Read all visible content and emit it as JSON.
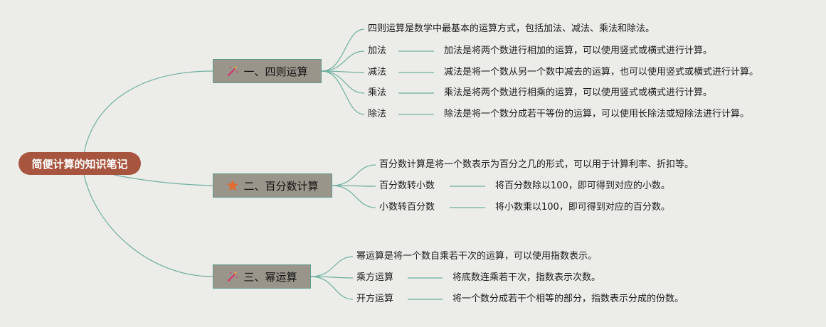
{
  "root": {
    "title": "简便计算的知识笔记"
  },
  "colors": {
    "root_bg": "#a8553f",
    "branch_bg": "#9a958b",
    "link": "#6fb0a0",
    "star": "#e46a2d",
    "wand": "#d6336c"
  },
  "branches": [
    {
      "title": "一、四则运算",
      "icon": "magic-wand-icon",
      "description": "四则运算是数学中最基本的运算方式，包括加法、减法、乘法和除法。",
      "children": [
        {
          "name": "加法",
          "detail": "加法是将两个数进行相加的运算，可以使用竖式或横式进行计算。"
        },
        {
          "name": "减法",
          "detail": "减法是将一个数从另一个数中减去的运算，也可以使用竖式或横式进行计算。"
        },
        {
          "name": "乘法",
          "detail": "乘法是将两个数进行相乘的运算，可以使用竖式或横式进行计算。"
        },
        {
          "name": "除法",
          "detail": "除法是将一个数分成若干等份的运算，可以使用长除法或短除法进行计算。"
        }
      ]
    },
    {
      "title": "二、百分数计算",
      "icon": "star-icon",
      "description": "百分数计算是将一个数表示为百分之几的形式，可以用于计算利率、折扣等。",
      "children": [
        {
          "name": "百分数转小数",
          "detail": "将百分数除以100，即可得到对应的小数。"
        },
        {
          "name": "小数转百分数",
          "detail": "将小数乘以100，即可得到对应的百分数。"
        }
      ]
    },
    {
      "title": "三、幂运算",
      "icon": "magic-wand-icon",
      "description": "幂运算是将一个数自乘若干次的运算，可以使用指数表示。",
      "children": [
        {
          "name": "乘方运算",
          "detail": "将底数连乘若干次，指数表示次数。"
        },
        {
          "name": "开方运算",
          "detail": "将一个数分成若干个相等的部分，指数表示分成的份数。"
        }
      ]
    }
  ]
}
